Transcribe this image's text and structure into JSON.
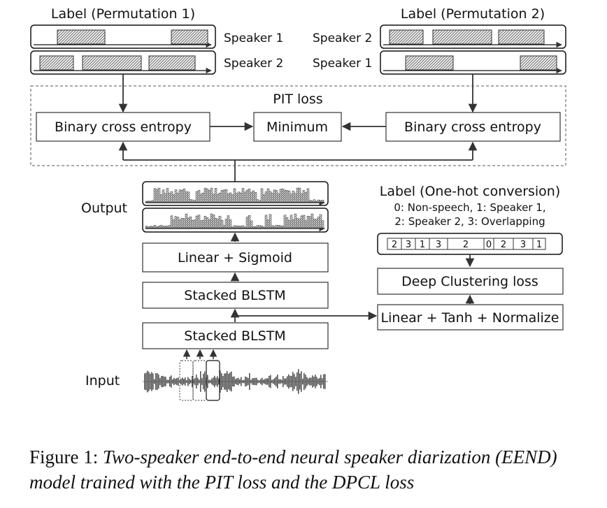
{
  "labels": {
    "perm1_title": "Label (Permutation 1)",
    "perm2_title": "Label (Permutation 2)",
    "perm1_speakers": [
      "Speaker 1",
      "Speaker 2"
    ],
    "perm2_speakers": [
      "Speaker 2",
      "Speaker 1"
    ]
  },
  "pit": {
    "title": "PIT loss",
    "bce_left": "Binary cross entropy",
    "minimum": "Minimum",
    "bce_right": "Binary cross entropy"
  },
  "network": {
    "output_label": "Output",
    "linear_sigmoid": "Linear + Sigmoid",
    "blstm_upper": "Stacked BLSTM",
    "blstm_lower": "Stacked BLSTM",
    "input_label": "Input"
  },
  "onehot": {
    "title": "Label (One-hot conversion)",
    "legend_line1": "0: Non-speech, 1: Speaker 1,",
    "legend_line2": "2: Speaker 2, 3: Overlapping",
    "sequence": [
      "2",
      "3",
      "1",
      "3",
      "2",
      "0",
      "2",
      "3",
      "1"
    ]
  },
  "dpcl": {
    "loss": "Deep Clustering loss",
    "embedding": "Linear + Tanh + Normalize"
  },
  "caption": {
    "prefix": "Figure 1:",
    "text": "Two-speaker end-to-end neural speaker diarization (EEND) model trained with the PIT loss and the DPCL loss"
  }
}
